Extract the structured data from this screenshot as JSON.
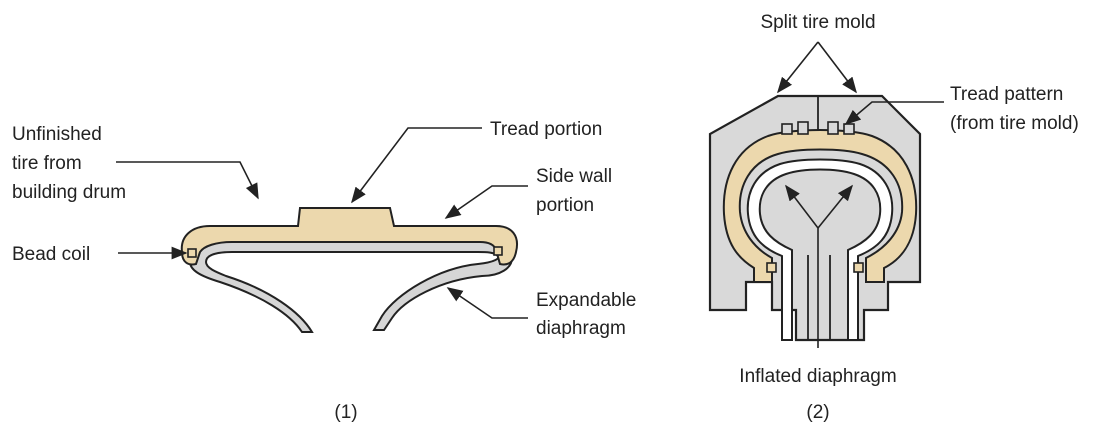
{
  "diagram": {
    "step1": {
      "caption": "(1)",
      "labels": {
        "unfinished_line1": "Unfinished",
        "unfinished_line2": "tire from",
        "unfinished_line3": "building drum",
        "tread_portion": "Tread portion",
        "side_wall_line1": "Side wall",
        "side_wall_line2": "portion",
        "bead_coil": "Bead coil",
        "expandable_line1": "Expandable",
        "expandable_line2": "diaphragm"
      }
    },
    "step2": {
      "caption": "(2)",
      "labels": {
        "split_tire_mold": "Split tire mold",
        "tread_pattern_line1": "Tread pattern",
        "tread_pattern_line2": "(from tire mold)",
        "inflated_diaphragm": "Inflated diaphragm"
      }
    }
  }
}
